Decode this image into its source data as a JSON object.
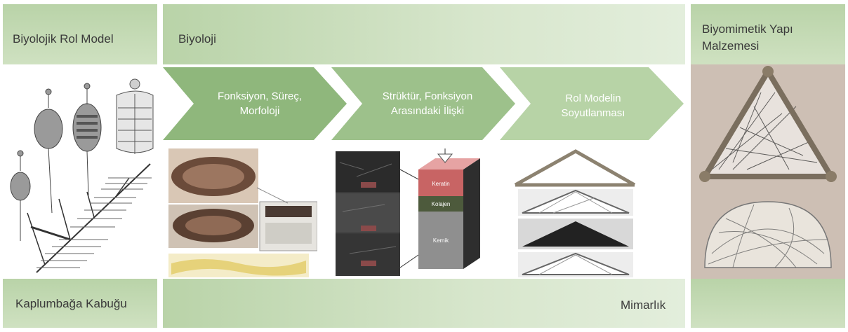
{
  "left_panel": {
    "top_label": "Biyolojik Rol Model",
    "bottom_label": "Kaplumbağa Kabuğu"
  },
  "middle_panel": {
    "top_label": "Biyoloji",
    "bottom_label": "Mimarlık"
  },
  "right_panel": {
    "top_label_line1": "Biyomimetik Yapı",
    "top_label_line2": "Malzemesi"
  },
  "steps": [
    {
      "line1": "Fonksiyon, Süreç,",
      "line2": "Morfoloji"
    },
    {
      "line1": "Strüktür, Fonksiyon",
      "line2": "Arasındaki İlişki"
    },
    {
      "line1": "Rol Modelin",
      "line2": "Soyutlanması"
    }
  ],
  "layer_labels": [
    "Keratin",
    "Kolajen",
    "Kemik"
  ],
  "colors": {
    "arrow": "#8fb77c",
    "panel_green": "#b9d3a8"
  }
}
